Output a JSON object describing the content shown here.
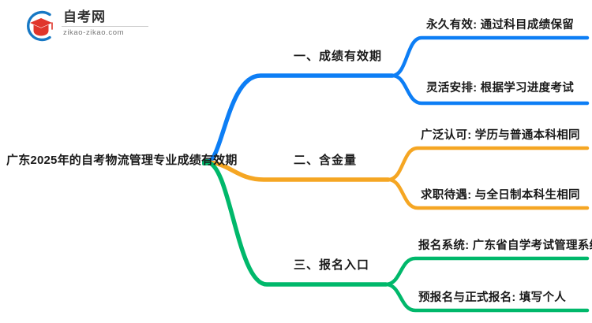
{
  "logo": {
    "name_cn": "自考网",
    "domain": "zikao-zikao.com",
    "mark_outer_color": "#1778c4",
    "mark_inner_color": "#e0352b"
  },
  "mindmap": {
    "root": {
      "label": "广东2025年的自考物流管理专业成绩有效期"
    },
    "branches": [
      {
        "label": "一、成绩有效期",
        "color": "#0d7ef5",
        "children": [
          {
            "label": "永久有效: 通过科目成绩保留"
          },
          {
            "label": "灵活安排: 根据学习进度考试"
          }
        ]
      },
      {
        "label": "二、含金量",
        "color": "#f5a623",
        "children": [
          {
            "label": "广泛认可: 学历与普通本科相同"
          },
          {
            "label": "求职待遇: 与全日制本科生相同"
          }
        ]
      },
      {
        "label": "三、报名入口",
        "color": "#00b86b",
        "children": [
          {
            "label": "报名系统: 广东省自学考试管理系统"
          },
          {
            "label": "预报名与正式报名: 填写个人"
          }
        ]
      }
    ]
  }
}
